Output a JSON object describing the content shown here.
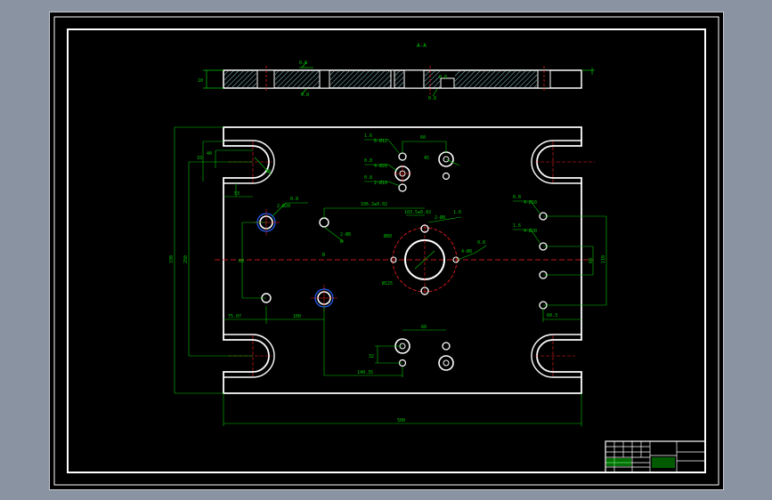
{
  "colors": {
    "background": "#000000",
    "outline": "#ffffff",
    "dimension": "#00c800",
    "centerline": "#ff2020",
    "hatch": "#8ad0d8",
    "leader": "#00e0ff"
  },
  "section": {
    "label": "A-A",
    "marks": [
      "0.8",
      "0.8",
      "0.8",
      "0.8",
      "10"
    ]
  },
  "plan": {
    "callouts": {
      "top_left": [
        "1.6",
        "6-Ø12"
      ],
      "top_mid_1": [
        "0.8",
        "4-Ø20"
      ],
      "top_mid_2": [
        "0.8",
        "2-Ø10"
      ],
      "right_1": [
        "0.8",
        "4-Ø10"
      ],
      "right_2": [
        "1.6",
        "4-Ø20"
      ],
      "left_1": [
        "0.8",
        "2-Ø20"
      ],
      "center_top": [
        "1.6",
        "2-Ø8"
      ],
      "center_right": [
        "0.8",
        "4-Ø8"
      ],
      "mid_left": [
        "2-Ø8",
        "Ø"
      ],
      "center_dia": "Ø80",
      "center_pcd": "Ø125",
      "mark_b": "B"
    },
    "dims": {
      "top_spacing": "60",
      "top_small": "45",
      "top_row": "106.3±0.02",
      "top_row2": "103.5±0.02",
      "left_h1": "40",
      "left_h2": "33",
      "left_width": "53",
      "overall_height": "330",
      "inner_height": "250",
      "left_mid": "60",
      "right_h1": "60",
      "right_h2": "110",
      "right_w": "60.3",
      "bottom_left": "75.07",
      "bottom_mid": "100",
      "bottom_small": "32",
      "bottom_right": "60",
      "bottom_conn": "140.35",
      "overall_width": "500",
      "left_vert": "18"
    }
  },
  "title_block": {
    "cells": [
      "",
      "",
      "",
      ""
    ]
  }
}
